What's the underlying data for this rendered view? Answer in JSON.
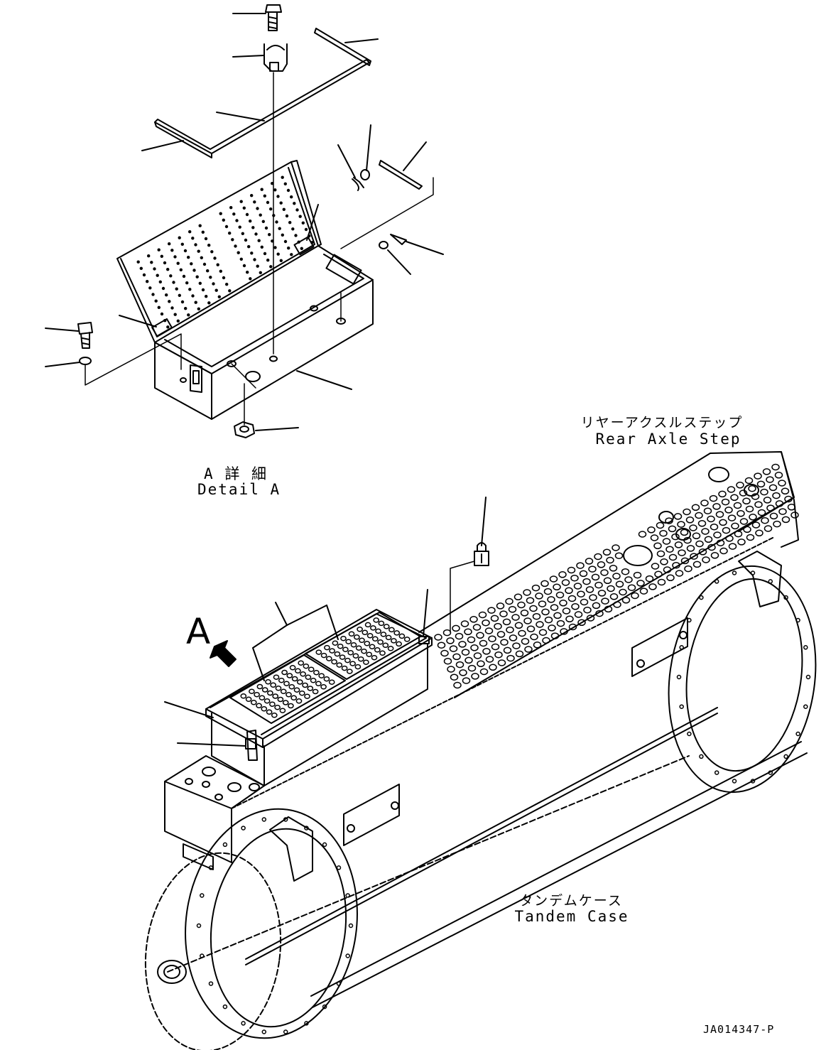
{
  "labels": {
    "detail_jp": "A 詳 細",
    "detail_en": "Detail A",
    "rear_axle_step_jp": "リヤーアクスルステップ",
    "rear_axle_step_en": "Rear Axle Step",
    "tandem_case_jp": "タンデムケース",
    "tandem_case_en": "Tandem Case",
    "view_marker": "A",
    "drawing_code": "JA014347-P"
  }
}
